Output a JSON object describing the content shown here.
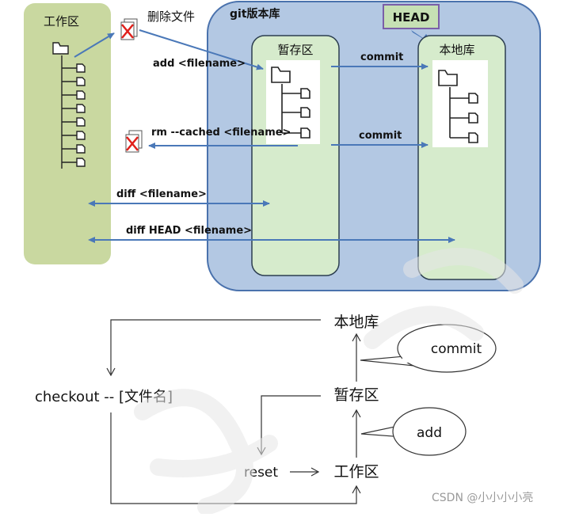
{
  "top": {
    "workspace_label": "工作区",
    "deleted_file_label": "删除文件",
    "repo_label": "git版本库",
    "head_label": "HEAD",
    "stage_label": "暂存区",
    "local_label": "本地库",
    "add_cmd": "add  <filename>",
    "rm_cmd": "rm --cached  <filename>",
    "commit1": "commit",
    "commit2": "commit",
    "diff_cmd": "diff  <filename>",
    "diff_head_cmd": "diff  HEAD  <filename>"
  },
  "bottom": {
    "local_label": "本地库",
    "stage_label": "暂存区",
    "workspace_label": "工作区",
    "checkout_cmd": "checkout -- [文件名]",
    "reset_cmd": "reset",
    "commit_bubble": "commit",
    "add_bubble": "add"
  },
  "watermark": {
    "text": "CSDN @小小小小亮"
  },
  "colors": {
    "workspace_fill": "#c9d8a0",
    "repo_fill": "#b3c8e3",
    "repo_stroke": "#4a72ad",
    "inner_fill": "#d6ebcc",
    "inner_stroke": "#2c3e50",
    "arrow_blue": "#4a78b8",
    "head_fill": "#c6e0b4",
    "head_stroke": "#7a5fa8"
  }
}
